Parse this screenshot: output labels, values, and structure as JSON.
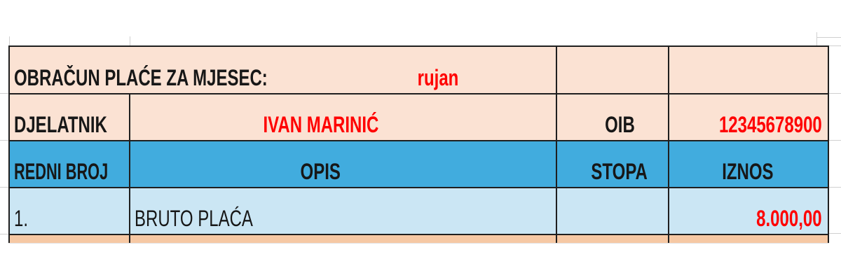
{
  "colors": {
    "peach": "#fbe2d3",
    "peach_dark": "#f6c8a4",
    "header_blue": "#41acde",
    "light_blue": "#cbe6f4",
    "red": "#ff0000",
    "ink": "#171717",
    "border": "#1f1f1f",
    "gridline": "#d0d0d0",
    "canvas": "#ffffff"
  },
  "table": {
    "title_row": {
      "label": "OBRAČUN PLAĆE ZA MJESEC:",
      "month": "rujan"
    },
    "employee_row": {
      "label": "DJELATNIK",
      "name": "IVAN MARINIĆ",
      "oib_label": "OIB",
      "oib_value": "12345678900"
    },
    "header_row": {
      "redni_broj": "REDNI BROJ",
      "opis": "OPIS",
      "stopa": "STOPA",
      "iznos": "IZNOS"
    },
    "rows": [
      {
        "redni_broj": "1.",
        "opis": "BRUTO PLAĆA",
        "stopa": "",
        "iznos": "8.000,00"
      }
    ]
  }
}
